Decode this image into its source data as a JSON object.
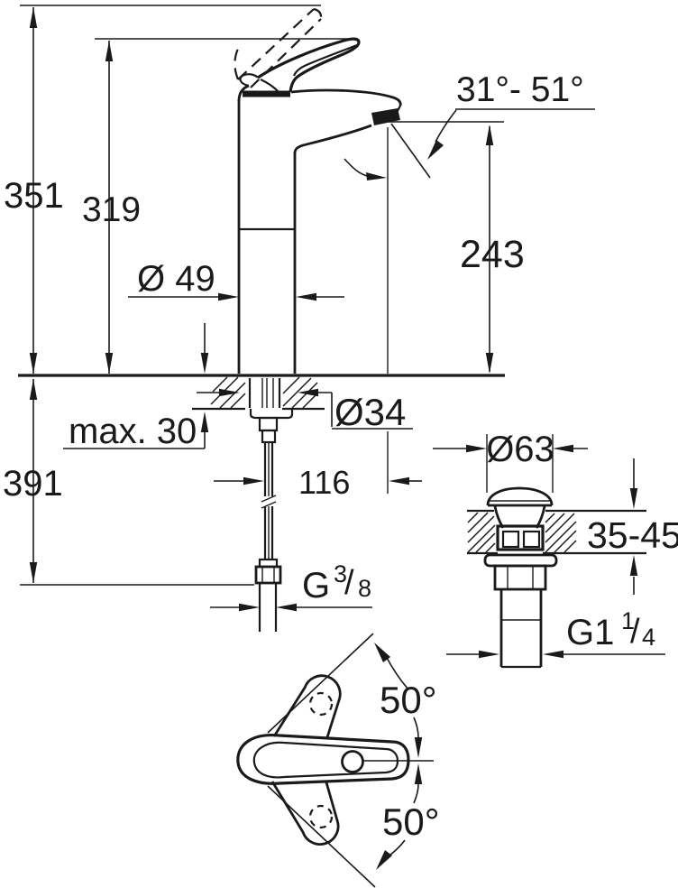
{
  "drawing": {
    "kind": "technical dimension drawing",
    "subject": "single-lever basin mixer tap with pop-up waste drain",
    "line_color": "#1a1a1a",
    "background_color": "#ffffff"
  },
  "labels": {
    "overall_height": "351",
    "lever_height": "319",
    "spout_outlet_height": "243",
    "spout_angle_range": "31°- 51°",
    "body_diameter": "Ø 49",
    "shank_diameter": "Ø34",
    "max_deck_thickness": "max. 30",
    "below_deck_length": "391",
    "spout_reach": "116",
    "drain_cap_diameter": "Ø63",
    "drain_deck_range": "35-45",
    "supply_thread_prefix": "G",
    "supply_thread_numerator": "3",
    "supply_thread_slash": "/",
    "supply_thread_denominator": "8",
    "drain_thread_prefix": "G1",
    "drain_thread_numerator": "1",
    "drain_thread_slash": "/",
    "drain_thread_denominator": "4",
    "handle_swivel_upper": "50°",
    "handle_swivel_lower": "50°"
  }
}
